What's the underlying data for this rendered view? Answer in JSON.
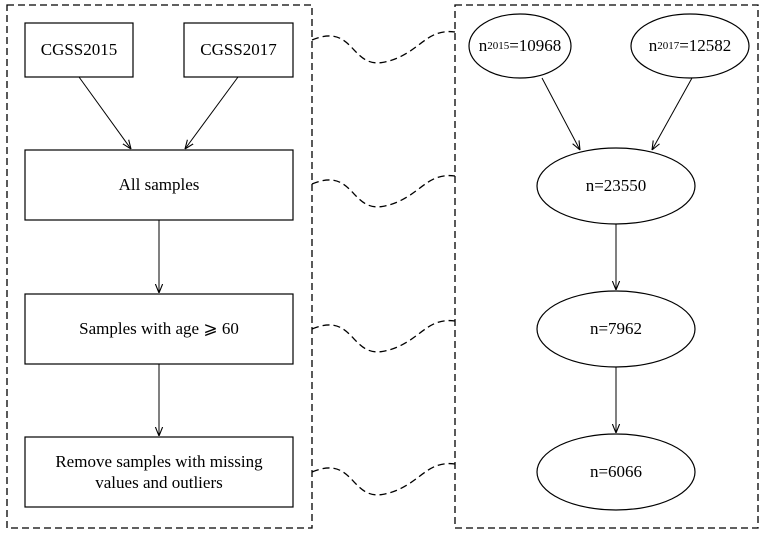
{
  "left_panel": {
    "sources": [
      "CGSS2015",
      "CGSS2017"
    ],
    "steps": [
      "All samples",
      "Samples with age ⩾ 60",
      "Remove samples with missing values and outliers"
    ]
  },
  "right_panel": {
    "sources": [
      {
        "prefix": "n",
        "sub": "2015",
        "value": "=10968"
      },
      {
        "prefix": "n",
        "sub": "2017",
        "value": "=12582"
      }
    ],
    "counts": [
      "n=23550",
      "n=7962",
      "n=6066"
    ]
  }
}
